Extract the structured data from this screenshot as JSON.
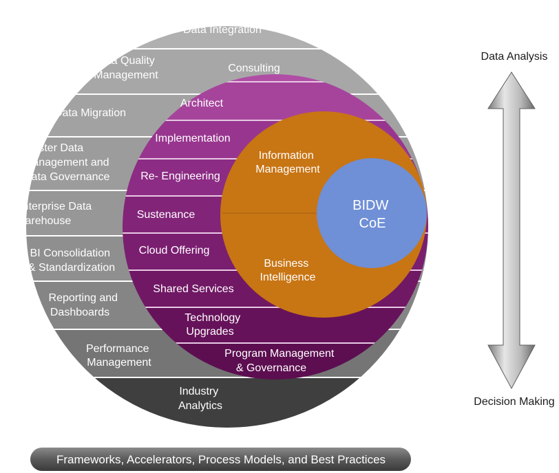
{
  "outer_layers": [
    {
      "label": "Data Integration"
    },
    {
      "label": "Data Quality Management"
    },
    {
      "label": "Data Migration"
    },
    {
      "label": "Master Data Management and Data Governance"
    },
    {
      "label": "Enterprise Data Warehouse"
    },
    {
      "label": "BI Consolidation & Standardization"
    },
    {
      "label": "Reporting and Dashboards"
    },
    {
      "label": "Performance Management"
    },
    {
      "label": "Industry Analytics"
    }
  ],
  "service_layers": [
    {
      "label": "Consulting"
    },
    {
      "label": "Architect"
    },
    {
      "label": "Implementation"
    },
    {
      "label": "Re- Engineering"
    },
    {
      "label": "Sustenance"
    },
    {
      "label": "Cloud Offering"
    },
    {
      "label": "Shared Services"
    },
    {
      "label": "Technology Upgrades"
    },
    {
      "label": "Program Management & Governance"
    }
  ],
  "domains": [
    {
      "label": "Information Management"
    },
    {
      "label": "Business Intelligence"
    }
  ],
  "core": {
    "label": "BIDW CoE"
  },
  "axis": {
    "top": "Data Analysis",
    "bottom": "Decision Making"
  },
  "footer": {
    "label": "Frameworks, Accelerators, Process Models, and Best Practices"
  },
  "colors": {
    "outer_band_light": "#a9a9a9",
    "outer_band_dark": "#3f3f3f",
    "service_top": "#b04ea6",
    "service_bottom": "#5e0d4e",
    "domain": "#c87514",
    "core": "#6f8fd6",
    "footer_bar": "#5f5f5f"
  }
}
